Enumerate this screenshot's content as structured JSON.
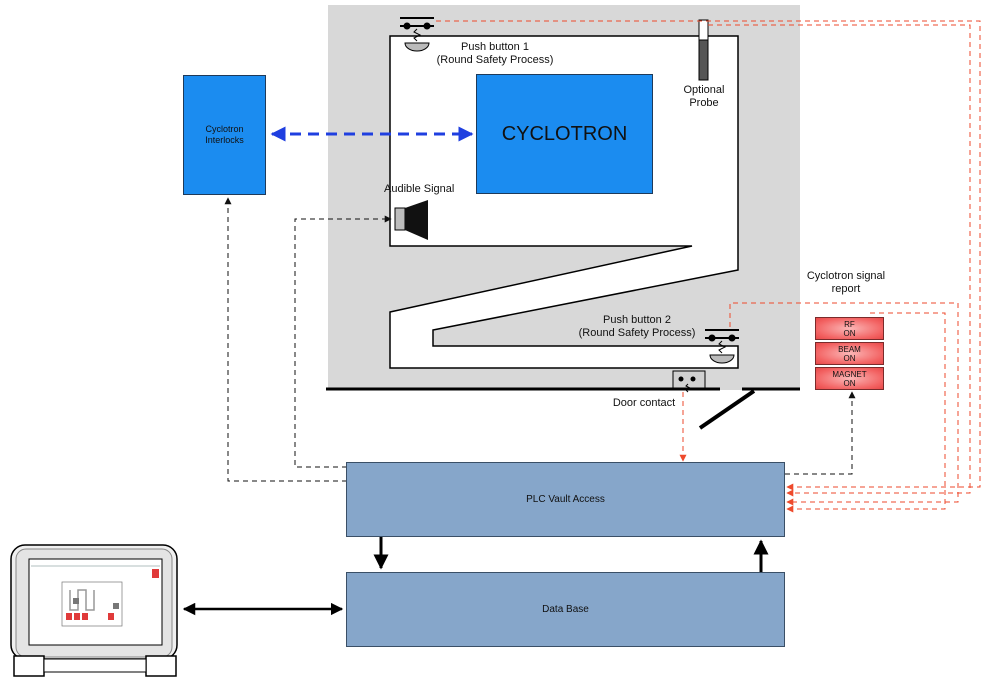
{
  "labels": {
    "cyclotron": "CYCLOTRON",
    "interlocks_line1": "Cyclotron",
    "interlocks_line2": "Interlocks",
    "push_button_1": "Push button 1",
    "push_button_1_sub": "(Round Safety Process)",
    "push_button_2": "Push button 2",
    "push_button_2_sub": "(Round Safety Process)",
    "optional_probe_line1": "Optional",
    "optional_probe_line2": "Probe",
    "audible_signal": "Audible Signal",
    "door_contact": "Door contact",
    "signal_report_line1": "Cyclotron signal",
    "signal_report_line2": "report",
    "plc": "PLC Vault Access",
    "database": "Data Base"
  },
  "status_indicators": [
    {
      "line1": "RF",
      "line2": "ON"
    },
    {
      "line1": "BEAM",
      "line2": "ON"
    },
    {
      "line1": "MAGNET",
      "line2": "ON"
    }
  ],
  "colors": {
    "vault_fill": "#d8d8d8",
    "cyclotron_blue": "#1b8cf0",
    "box_steel": "#86a6ca",
    "signal_red": "#ee4a2c",
    "link_blue": "#1f3fe0",
    "indicator_red": "#f36464"
  }
}
